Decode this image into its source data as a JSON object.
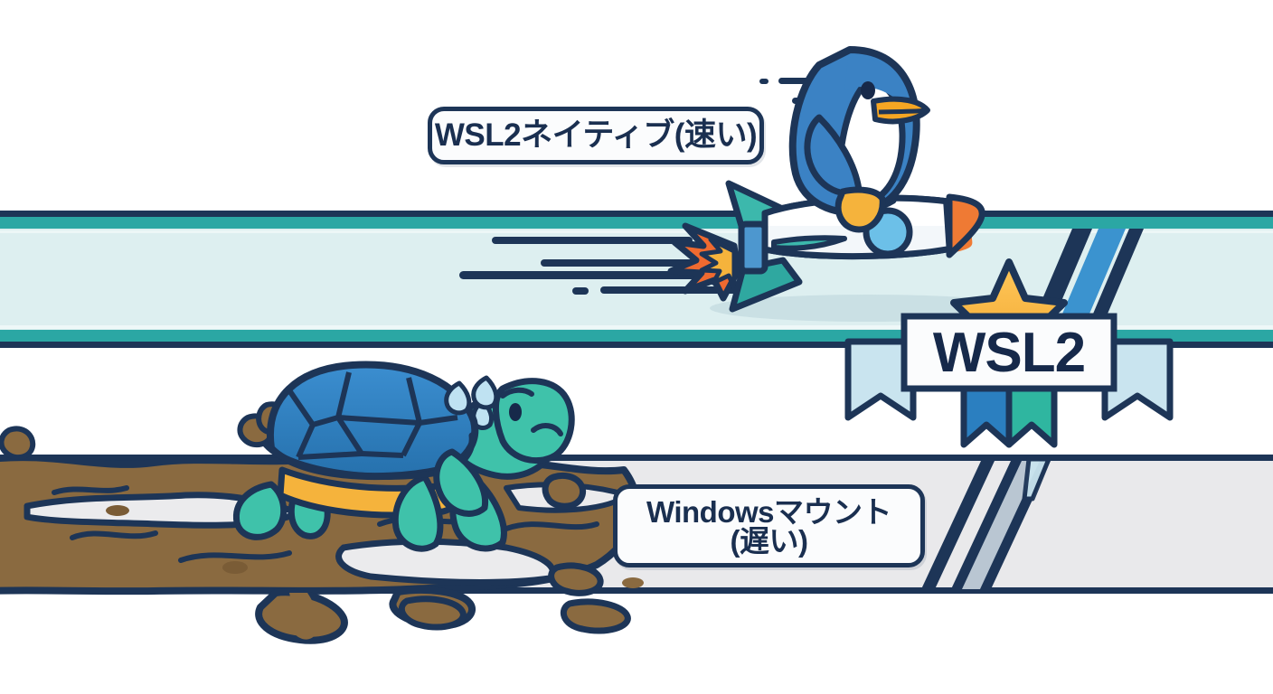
{
  "illustration": {
    "title": "WSL2 vs Windows mount filesystem speed comparison illustration",
    "style": "flat cartoon line art, navy outlines"
  },
  "labels": {
    "fast": {
      "text": "WSL2ネイティブ(速い)",
      "meaning": "WSL2 native (fast)"
    },
    "slow": {
      "line1": "Windowsマウント",
      "line2": "(遅い)",
      "meaning": "Windows mount (slow)"
    }
  },
  "badge": {
    "text": "WSL2",
    "star_icon": "star-icon",
    "ribbon_colors": [
      "#c9e4ef",
      "#2b7fc0",
      "#2fb6a0"
    ]
  },
  "lanes": {
    "top": {
      "name": "fast-lane",
      "fill": "#ddeff0",
      "border": "#2ba7a4",
      "outline": "#1d3557",
      "stripes": [
        "#1d3557",
        "#3b93cf",
        "#1d3557"
      ]
    },
    "bottom": {
      "name": "slow-lane",
      "fill": "#e9e9eb",
      "outline": "#1d3557",
      "stripes": [
        "#1d3557",
        "#b9c6d2",
        "#1d3557"
      ]
    }
  },
  "characters": {
    "penguin": {
      "name": "penguin-riding-rocket",
      "body_color": "#3b82c4",
      "belly_color": "#ffffff",
      "beak_color": "#f5a623",
      "feet_color": "#f5b33c"
    },
    "rocket": {
      "name": "rocket",
      "body_color": "#ffffff",
      "nose_color": "#ef7a34",
      "fin_color": "#3cb8ac",
      "porthole_color": "#6cc0e8",
      "flame_colors": [
        "#ef6a30",
        "#f5b33c"
      ]
    },
    "turtle": {
      "name": "turtle-in-mud",
      "shell_color": "#2b7fc0",
      "skin_color": "#3fc2aa",
      "belly_color": "#f5b33c",
      "expression": "sad-sweating"
    },
    "mud": {
      "name": "mud-puddle",
      "color": "#8a6a40"
    }
  },
  "effects": {
    "speed_lines": {
      "name": "speed-lines",
      "color": "#1d3557",
      "count": 8
    },
    "sweat_drops": {
      "name": "sweat-drop-icon",
      "color": "#bfe2f2",
      "count": 3
    },
    "star": {
      "name": "star-icon",
      "color": "#f5b33c"
    }
  },
  "palette": {
    "outline_navy": "#1d3557",
    "teal": "#2ba7a4",
    "pale_cyan": "#ddeff0",
    "blue": "#2b7fc0",
    "orange": "#ef7a34",
    "gold": "#f5b33c",
    "mud_brown": "#8a6a40",
    "gray": "#e9e9eb",
    "white": "#ffffff"
  }
}
